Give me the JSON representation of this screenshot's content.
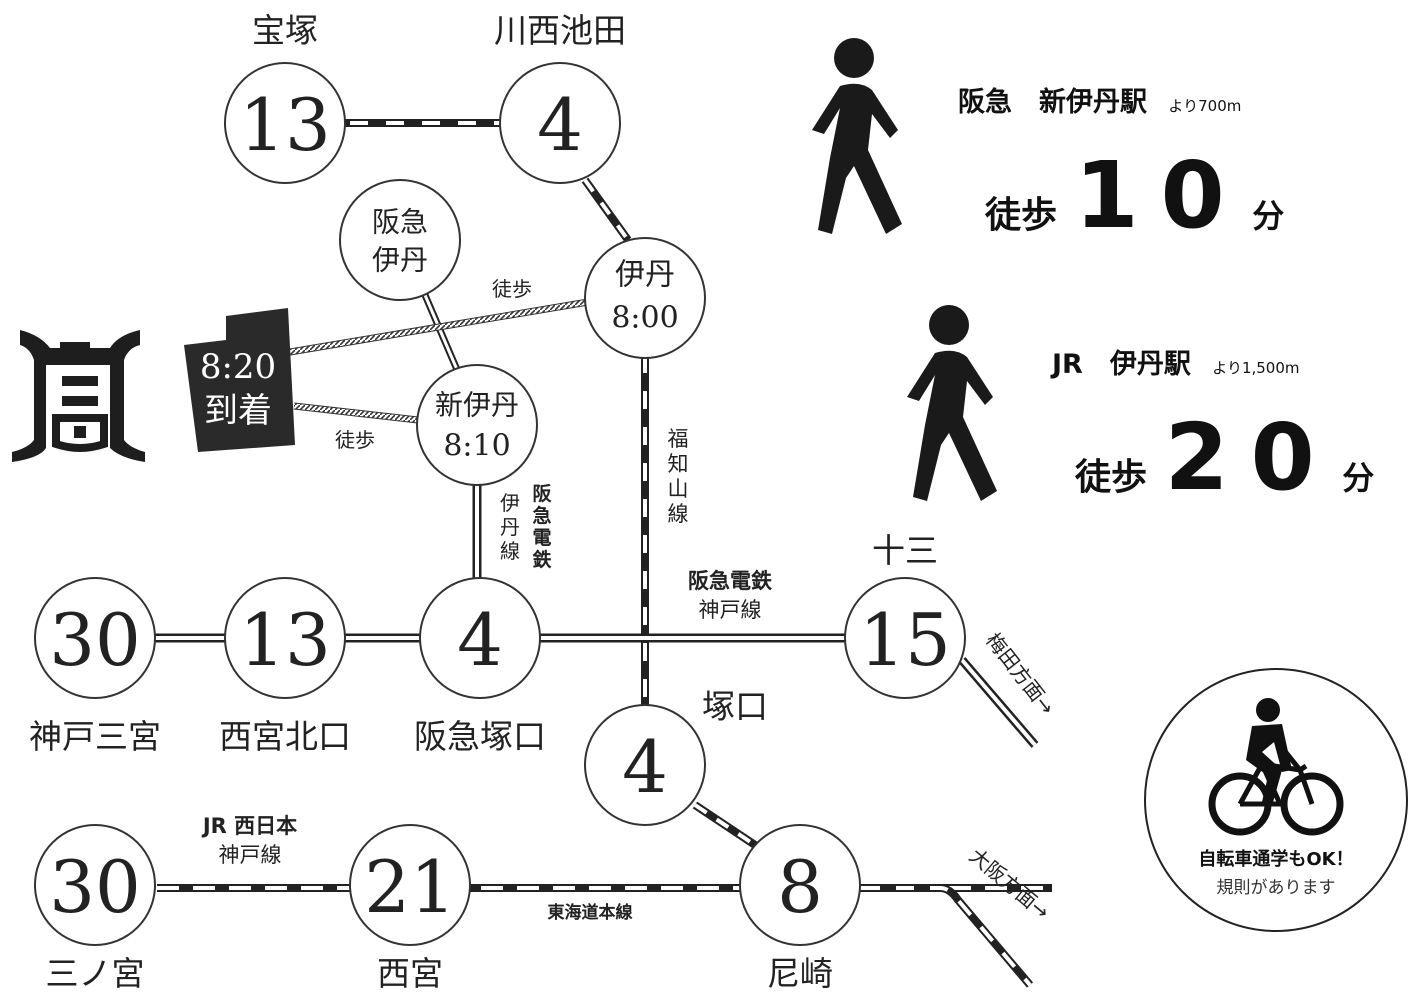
{
  "stations": {
    "takarazuka": {
      "name": "宝塚",
      "minutes": "13"
    },
    "kawanishi": {
      "name": "川西池田",
      "minutes": "4"
    },
    "hankyu_itami": {
      "name": "阪急\n伊丹"
    },
    "itami": {
      "name": "伊丹",
      "time": "8:00"
    },
    "shin_itami": {
      "name": "新伊丹",
      "time": "8:10"
    },
    "kobe_sannomiya": {
      "name": "神戸三宮",
      "minutes": "30"
    },
    "nishinomiya_kitaguchi": {
      "name": "西宮北口",
      "minutes": "13"
    },
    "hankyu_tsukaguchi": {
      "name": "阪急塚口",
      "minutes": "4"
    },
    "juso": {
      "name": "十三",
      "minutes": "15"
    },
    "tsukaguchi": {
      "name": "塚口",
      "minutes": "4"
    },
    "sannomiya": {
      "name": "三ノ宮",
      "minutes": "30"
    },
    "nishinomiya": {
      "name": "西宮",
      "minutes": "21"
    },
    "amagasaki": {
      "name": "尼崎",
      "minutes": "8"
    }
  },
  "arrival": {
    "time": "8:20",
    "label": "到着"
  },
  "walk_label_1": "徒歩",
  "walk_label_2": "徒歩",
  "lines": {
    "fukuchiyama": "福知山線",
    "hankyu_itami_line": "伊丹線",
    "hankyu_dentetsu_v": "阪急電鉄",
    "hankyu_kobe_company": "阪急電鉄",
    "hankyu_kobe_line": "神戸線",
    "umeda_direction": "梅田方面→",
    "jr_company": "JR 西日本",
    "jr_kobe_line": "神戸線",
    "tokaido": "東海道本線",
    "osaka_direction": "大阪方面→"
  },
  "access1": {
    "line": "阪急　新伊丹駅",
    "distance": "より700m",
    "prefix": "徒歩",
    "minutes": "10",
    "suffix": "分"
  },
  "access2": {
    "line": "JR　伊丹駅",
    "distance": "より1,500m",
    "prefix": "徒歩",
    "minutes": "20",
    "suffix": "分"
  },
  "bicycle": {
    "title": "自転車通学もOK！",
    "note": "規則があります"
  },
  "icons": [
    "school-logo",
    "walking-person-icon",
    "bicycle-icon"
  ]
}
